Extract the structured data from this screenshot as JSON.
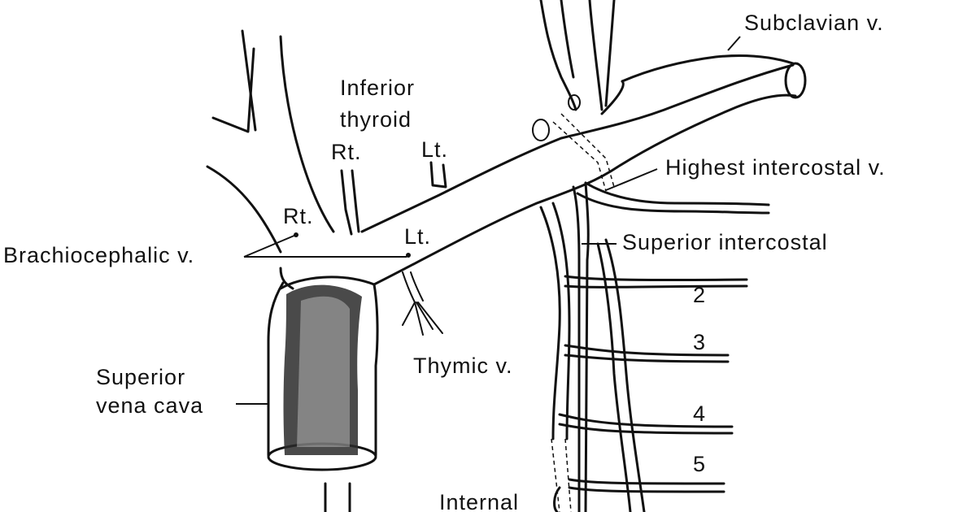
{
  "labels": {
    "subclavian": "Subclavian v.",
    "inferior": "Inferior",
    "thyroid": "thyroid",
    "rt_thyroid": "Rt.",
    "lt_thyroid": "Lt.",
    "highest_intercostal": "Highest intercostal v.",
    "rt_brachio": "Rt.",
    "lt_brachio": "Lt.",
    "brachiocephalic": "Brachiocephalic v.",
    "superior_intercostal": "Superior intercostal",
    "thymic": "Thymic v.",
    "superior": "Superior",
    "vena_cava": "vena cava",
    "internal": "Internal"
  },
  "intercostal_numbers": [
    "2",
    "3",
    "4",
    "5"
  ]
}
